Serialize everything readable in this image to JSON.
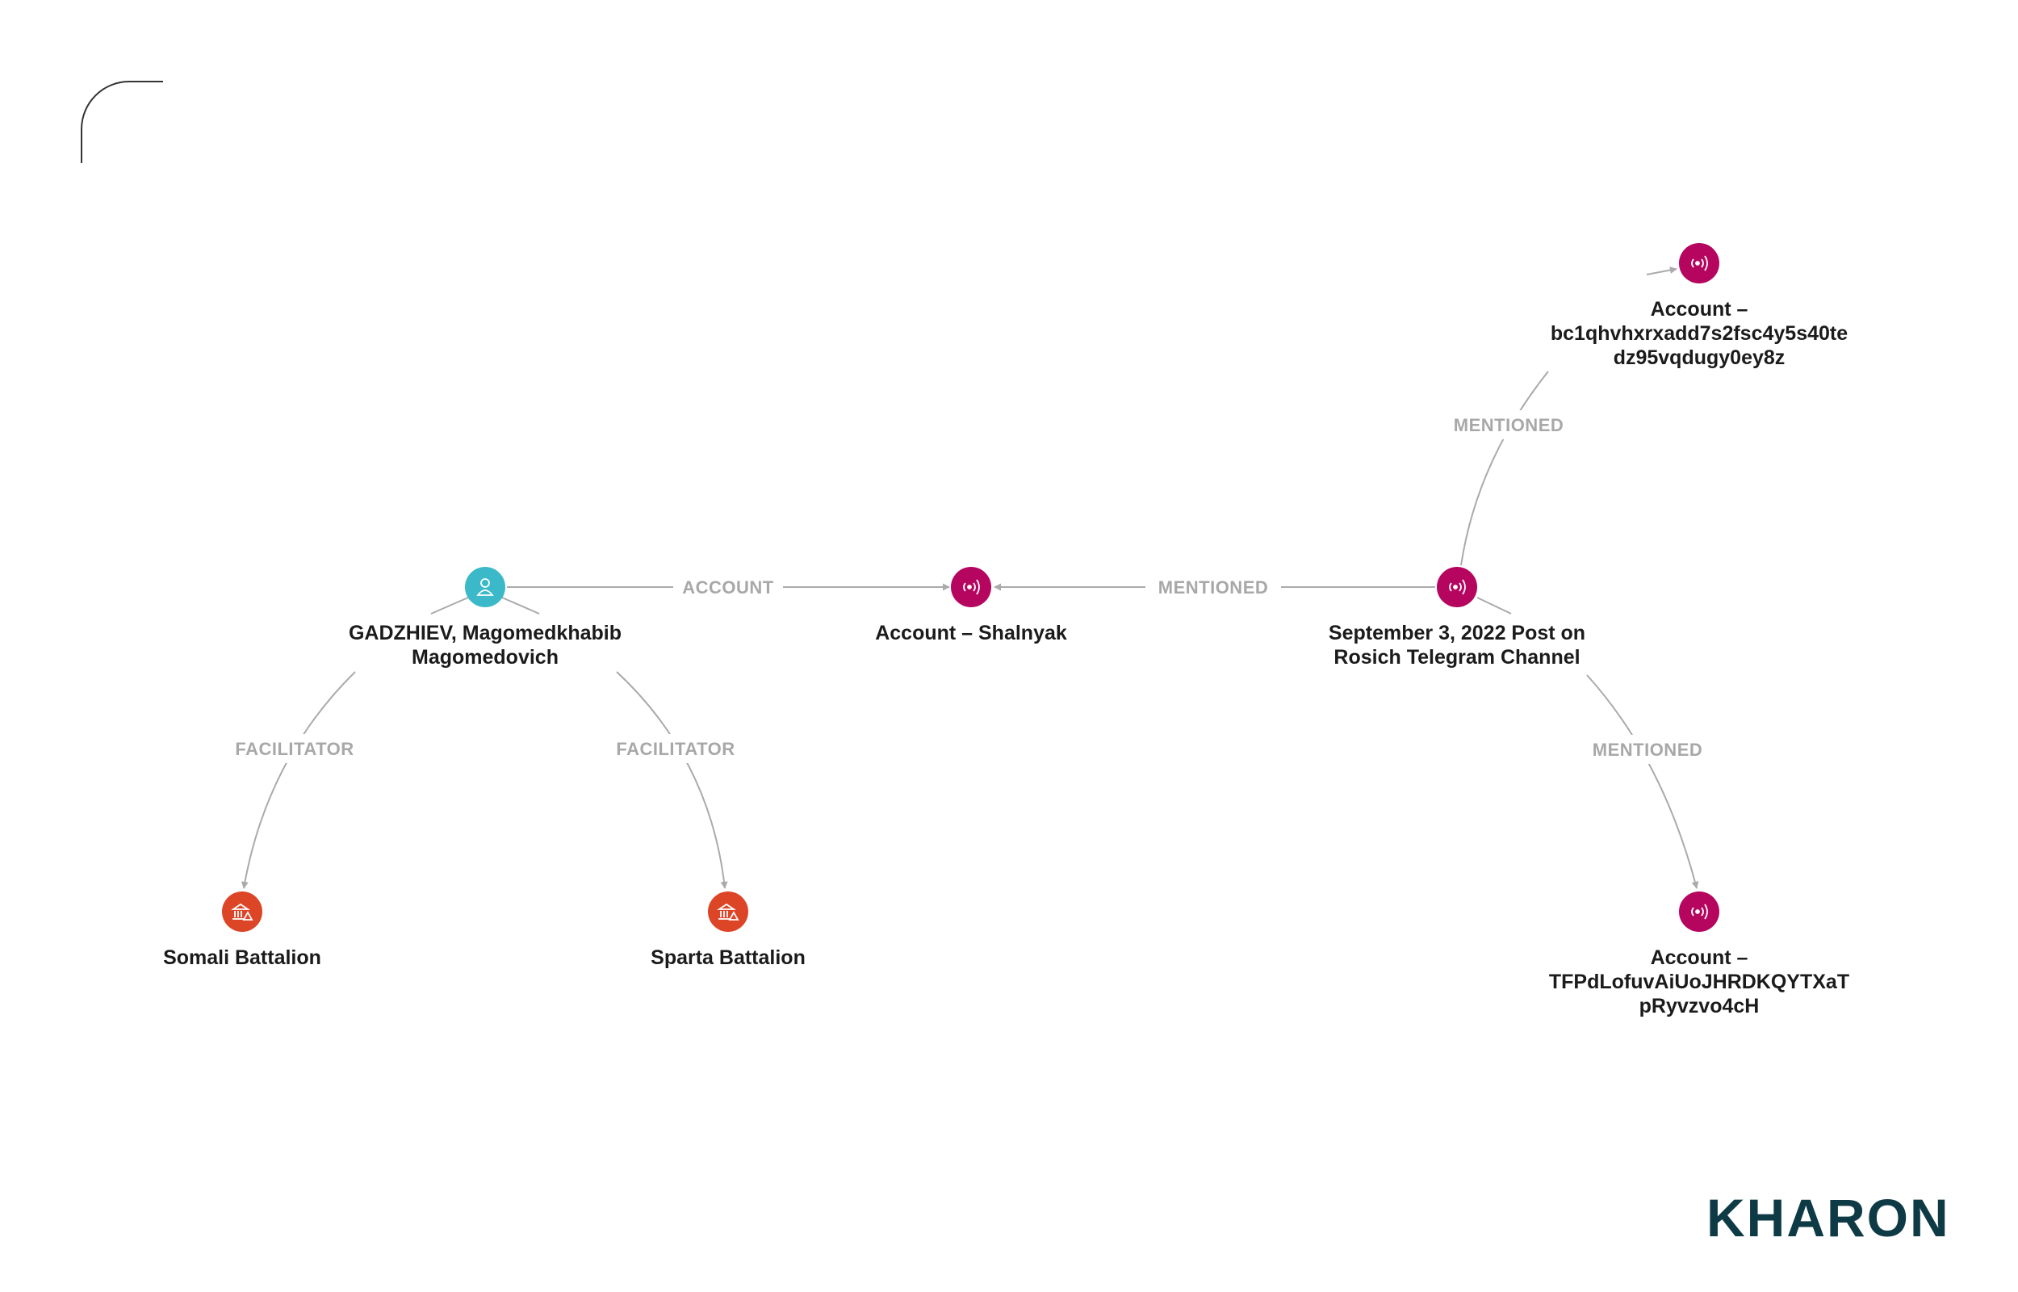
{
  "colors": {
    "person": "#3bb9c9",
    "account": "#b5055f",
    "organization": "#dd4527",
    "edge": "#aaaaaa",
    "edge_label": "#a8a8a8",
    "brand": "#0e3a46"
  },
  "nodes": [
    {
      "id": "person",
      "kind": "person",
      "icon": "person-icon",
      "label_lines": [
        "GADZHIEV, Magomedkhabib",
        "Magomedovich"
      ]
    },
    {
      "id": "shalnyak",
      "kind": "account",
      "icon": "signal-icon",
      "label_lines": [
        "Account – Shalnyak"
      ]
    },
    {
      "id": "post",
      "kind": "account",
      "icon": "signal-icon",
      "label_lines": [
        "September 3, 2022 Post on",
        "Rosich Telegram Channel"
      ]
    },
    {
      "id": "btc",
      "kind": "account",
      "icon": "signal-icon",
      "label_lines": [
        "Account –",
        "bc1qhvhxrxadd7s2fsc4y5s40te",
        "dz95vqdugy0ey8z"
      ]
    },
    {
      "id": "tron",
      "kind": "account",
      "icon": "signal-icon",
      "label_lines": [
        "Account –",
        "TFPdLofuvAiUoJHRDKQYTXaT",
        "pRyvzvo4cH"
      ]
    },
    {
      "id": "somali",
      "kind": "organization",
      "icon": "sanctioned-building-icon",
      "label_lines": [
        "Somali Battalion"
      ]
    },
    {
      "id": "sparta",
      "kind": "organization",
      "icon": "sanctioned-building-icon",
      "label_lines": [
        "Sparta Battalion"
      ]
    }
  ],
  "edges": [
    {
      "id": "e1",
      "from": "person",
      "to": "shalnyak",
      "label": "ACCOUNT"
    },
    {
      "id": "e2",
      "from": "post",
      "to": "shalnyak",
      "label": "MENTIONED"
    },
    {
      "id": "e3",
      "from": "post",
      "to": "btc",
      "label": "MENTIONED"
    },
    {
      "id": "e4",
      "from": "post",
      "to": "tron",
      "label": "MENTIONED"
    },
    {
      "id": "e5",
      "from": "person",
      "to": "somali",
      "label": "FACILITATOR"
    },
    {
      "id": "e6",
      "from": "person",
      "to": "sparta",
      "label": "FACILITATOR"
    }
  ],
  "brand": {
    "logo_text": "KHARON"
  }
}
